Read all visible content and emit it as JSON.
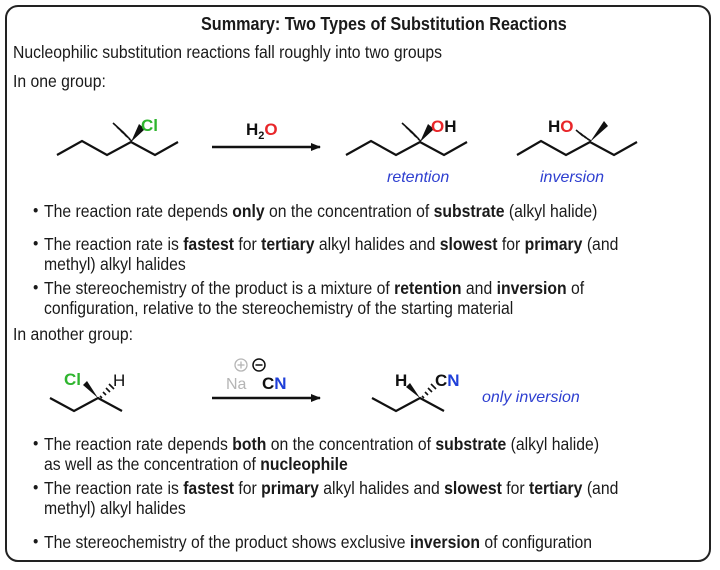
{
  "title": "Summary: Two Types of Substitution Reactions",
  "intro": "Nucleophilic substitution reactions fall roughly into two groups",
  "group1": {
    "heading": "In one group:",
    "reagent": {
      "main": "H",
      "sub": "2",
      "atom": "O"
    },
    "substrate": {
      "leaving_group": "Cl"
    },
    "products": [
      {
        "group_label": "OH",
        "group_atom": "O",
        "group_h": "H",
        "caption": "retention"
      },
      {
        "group_label": "HO",
        "group_atom": "O",
        "group_h": "H",
        "caption": "inversion"
      }
    ],
    "bullets": [
      [
        {
          "t": "The reaction rate depends ",
          "b": false
        },
        {
          "t": "only",
          "b": true
        },
        {
          "t": " on the concentration of ",
          "b": false
        },
        {
          "t": "substrate",
          "b": true
        },
        {
          "t": " (alkyl halide)",
          "b": false
        }
      ],
      [
        {
          "t": "The reaction rate is ",
          "b": false
        },
        {
          "t": "fastest",
          "b": true
        },
        {
          "t": " for ",
          "b": false
        },
        {
          "t": "tertiary",
          "b": true
        },
        {
          "t": " alkyl halides and ",
          "b": false
        },
        {
          "t": "slowest",
          "b": true
        },
        {
          "t": " for ",
          "b": false
        },
        {
          "t": "primary",
          "b": true
        },
        {
          "t": " (and",
          "b": false
        },
        {
          "t": "\nmethyl) alkyl halides",
          "b": false
        }
      ],
      [
        {
          "t": "The stereochemistry of the product is a mixture of ",
          "b": false
        },
        {
          "t": "retention",
          "b": true
        },
        {
          "t": " and ",
          "b": false
        },
        {
          "t": "inversion",
          "b": true
        },
        {
          "t": " of",
          "b": false
        },
        {
          "t": "\nconfiguration, relative to the stereochemistry of the starting material",
          "b": false
        }
      ]
    ]
  },
  "group2": {
    "heading": "In another group:",
    "substrate": {
      "leaving_group": "Cl",
      "h": "H"
    },
    "reagent": {
      "cation": "Na",
      "cation_charge": "+",
      "anion_c": "C",
      "anion_n": "N",
      "anion_charge": "−"
    },
    "product": {
      "h": "H",
      "group_c": "C",
      "group_n": "N",
      "caption": "only inversion"
    },
    "bullets": [
      [
        {
          "t": "The reaction rate depends ",
          "b": false
        },
        {
          "t": "both",
          "b": true
        },
        {
          "t": " on the concentration of ",
          "b": false
        },
        {
          "t": "substrate",
          "b": true
        },
        {
          "t": " (alkyl halide)",
          "b": false
        },
        {
          "t": "\nas well as the concentration of ",
          "b": false
        },
        {
          "t": "nucleophile",
          "b": true
        }
      ],
      [
        {
          "t": "The reaction rate is ",
          "b": false
        },
        {
          "t": "fastest",
          "b": true
        },
        {
          "t": " for ",
          "b": false
        },
        {
          "t": "primary",
          "b": true
        },
        {
          "t": " alkyl halides and ",
          "b": false
        },
        {
          "t": "slowest",
          "b": true
        },
        {
          "t": " for ",
          "b": false
        },
        {
          "t": "tertiary",
          "b": true
        },
        {
          "t": " (and",
          "b": false
        },
        {
          "t": "\nmethyl) alkyl halides",
          "b": false
        }
      ],
      [
        {
          "t": "The stereochemistry of the product shows exclusive ",
          "b": false
        },
        {
          "t": "inversion",
          "b": true
        },
        {
          "t": " of configuration",
          "b": false
        }
      ]
    ]
  },
  "colors": {
    "chlorine": "#2fb52f",
    "oxygen": "#e8262a",
    "nitrogen": "#1f3fd8",
    "caption_blue": "#2e3fd0",
    "sodium_gray": "#b5b5b5",
    "text": "#1a1a1a",
    "border": "#222222"
  }
}
